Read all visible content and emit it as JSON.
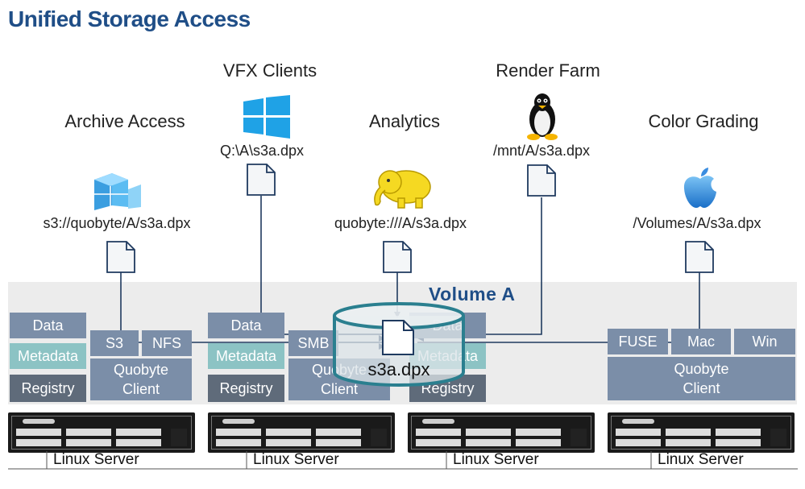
{
  "title": "Unified Storage Access",
  "clients": [
    {
      "name": "Archive Access",
      "path": "s3://quobyte/A/s3a.dpx",
      "icon": "storage-cubes-icon"
    },
    {
      "name": "VFX Clients",
      "path": "Q:\\A\\s3a.dpx",
      "icon": "windows-icon"
    },
    {
      "name": "Analytics",
      "path": "quobyte:///A/s3a.dpx",
      "icon": "hadoop-elephant-icon"
    },
    {
      "name": "Render Farm",
      "path": "/mnt/A/s3a.dpx",
      "icon": "linux-penguin-icon"
    },
    {
      "name": "Color Grading",
      "path": "/Volumes/A/s3a.dpx",
      "icon": "apple-icon"
    }
  ],
  "volume": {
    "title": "Volume A",
    "file": "s3a.dpx"
  },
  "nodes": [
    {
      "data": "Data",
      "metadata": "Metadata",
      "registry": "Registry",
      "protocols": [
        "S3",
        "NFS"
      ],
      "client": [
        "Quobyte",
        "Client"
      ]
    },
    {
      "data": "Data",
      "metadata": "Metadata",
      "registry": "Registry",
      "protocols": [
        "SMB"
      ],
      "client": [
        "Quobyte",
        "Client"
      ]
    },
    {
      "data": "Data",
      "metadata": "Metadata",
      "registry": "Registry"
    },
    {
      "protocols": [
        "FUSE",
        "Mac",
        "Win"
      ],
      "client": [
        "Quobyte",
        "Client"
      ]
    }
  ],
  "servers": [
    "Linux Server",
    "Linux Server",
    "Linux Server",
    "Linux Server"
  ],
  "colors": {
    "title": "#1f4e87",
    "box": "#7b8ea8",
    "metadata": "#8cc3c4",
    "registry": "#5f6b7a",
    "band": "#ececec",
    "line": "#1f3a5f"
  }
}
